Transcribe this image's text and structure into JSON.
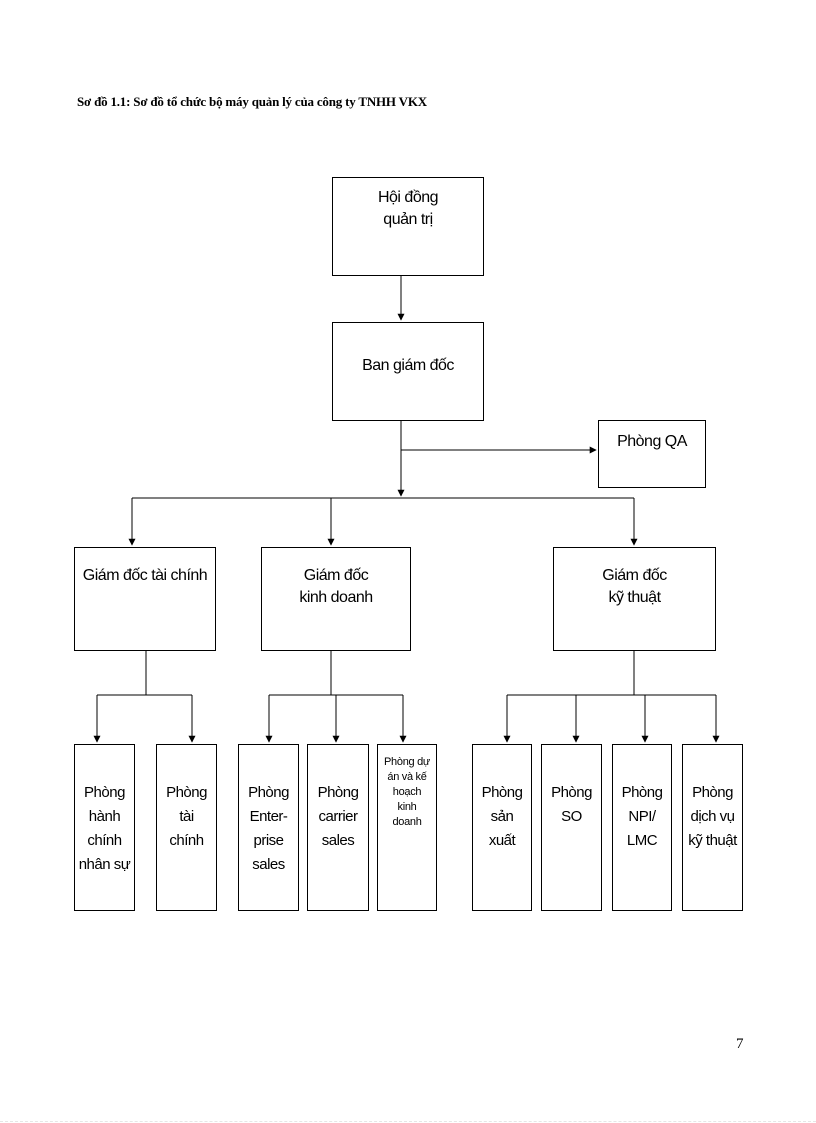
{
  "caption": "Sơ đồ 1.1: Sơ đồ tổ chức bộ máy quản lý của công ty TNHH VKX",
  "page_number": "7",
  "nodes": {
    "hoi_dong": "Hội đồng\nquản trị",
    "ban_giam_doc": "Ban giám đốc",
    "phong_qa": "Phòng QA",
    "gd_tai_chinh": "Giám đốc tài chính",
    "gd_kinh_doanh": "Giám đốc\nkinh doanh",
    "gd_ky_thuat": "Giám đốc\nkỹ thuật",
    "p_hanh_chinh": "Phòng\nhành\nchính\nnhân sự",
    "p_tai_chinh": "Phòng\ntài\nchính",
    "p_enterprise": "Phòng\nEnter-\nprise\nsales",
    "p_carrier": "Phòng\ncarrier\nsales",
    "p_du_an": "Phòng dự\nán và kế\nhoạch\nkinh\ndoanh",
    "p_san_xuat": "Phòng\nsản\nxuất",
    "p_so": "Phòng\nSO",
    "p_npi": "Phòng\nNPI/\nLMC",
    "p_dich_vu": "Phòng\ndịch vụ\nkỹ thuật"
  }
}
